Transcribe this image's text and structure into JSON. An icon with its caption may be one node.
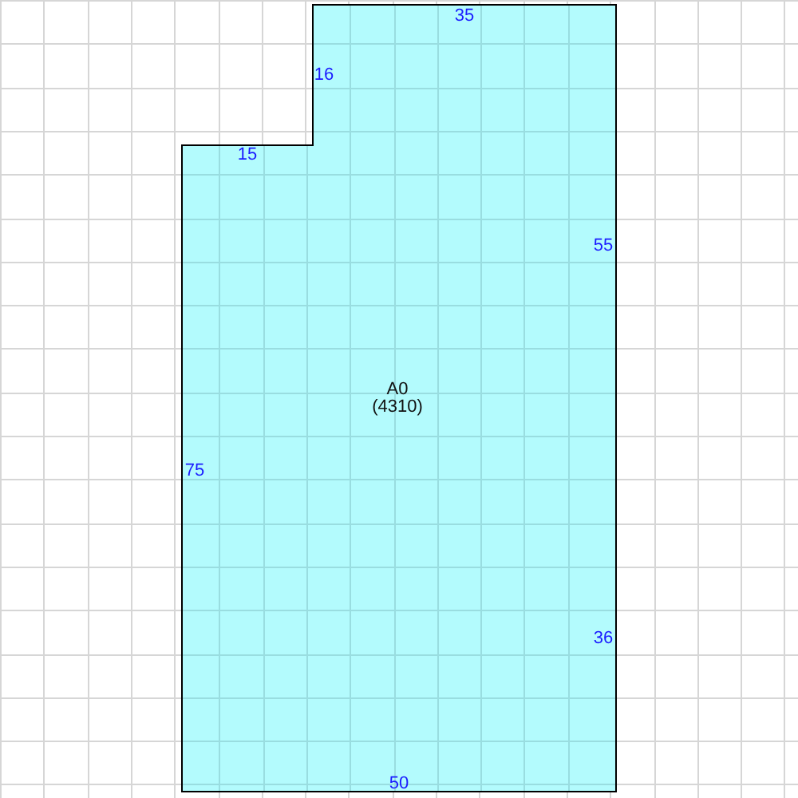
{
  "diagram": {
    "nodes": [
      {
        "text": [
          "A0",
          "(4310)"
        ]
      }
    ],
    "labels": [
      "35",
      "16",
      "15",
      "55",
      "75",
      "36",
      "50"
    ]
  }
}
